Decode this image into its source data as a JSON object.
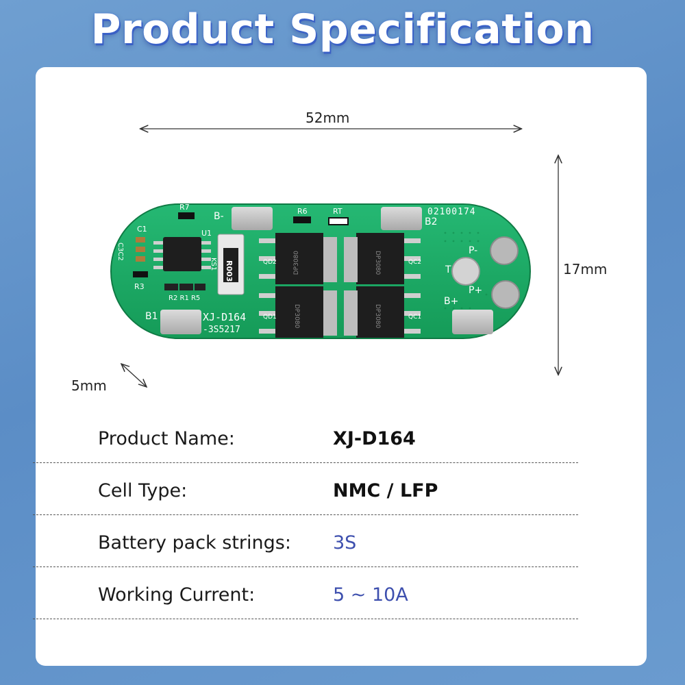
{
  "title": "Product Specification",
  "dimensions": {
    "length": "52mm",
    "width": "17mm",
    "thickness": "5mm"
  },
  "board": {
    "model_silkscreen": "XJ-D164",
    "sub_silkscreen": "-3S5217",
    "serial": "02100174",
    "resistor_label": "R003",
    "labels": {
      "b_minus": "B-",
      "b1": "B1",
      "b2": "B2",
      "b_plus": "B+",
      "p_minus": "P-",
      "p_plus": "P+",
      "t": "T",
      "r7": "R7",
      "r6": "R6",
      "rt": "RT",
      "c1": "C1",
      "c3c2": "C3C2",
      "u1": "U1",
      "ks1": "KS1",
      "r3": "R3",
      "r2r1r5": "R2 R1 R5",
      "qd2": "QD2",
      "qd1": "QD1",
      "qc2": "QC2",
      "qc1": "QC1"
    },
    "mosfet_text": "DP3080",
    "colors": {
      "pcb": "#1fa866",
      "pad": "#c9c9c9",
      "chip": "#1e1e1e"
    }
  },
  "specs": [
    {
      "label": "Product Name:",
      "value": "XJ-D164",
      "value_color": "#111111"
    },
    {
      "label": "Cell Type:",
      "value": "NMC / LFP",
      "value_color": "#111111"
    },
    {
      "label": "Battery pack strings:",
      "value": "3S",
      "value_color": "#3d4fae"
    },
    {
      "label": "Working Current:",
      "value": "5 ~ 10A",
      "value_color": "#3d4fae"
    }
  ]
}
